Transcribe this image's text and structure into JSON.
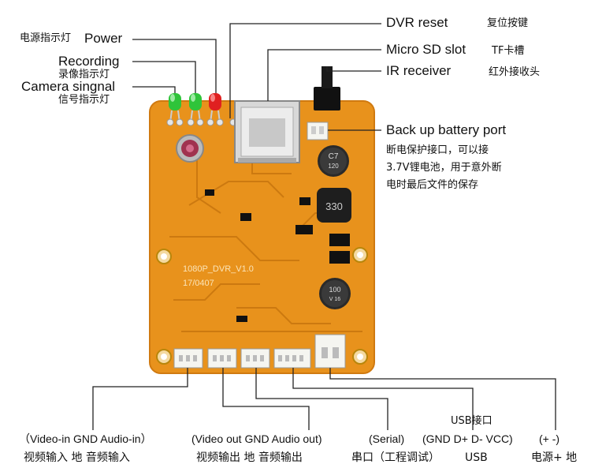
{
  "colors": {
    "pcb": "#e8921c",
    "pcb_edge": "#d07a10",
    "trace": "#c9770f",
    "led_green": "#2fc43a",
    "led_red": "#e02020",
    "leader": "#222222"
  },
  "board_text": {
    "model": "1080P_DVR_V1.0",
    "date": "17/0407",
    "cap_top": "C7",
    "cap_top_sub": "120",
    "inductor": "330",
    "cap_bottom": "100",
    "cap_bottom_sub": "V 16"
  },
  "labels": {
    "power_cn": "电源指示灯",
    "power_en": "Power",
    "recording_en": "Recording",
    "recording_cn": "录像指示灯",
    "camera_en": "Camera singnal",
    "camera_cn": "信号指示灯",
    "dvr_reset_en": "DVR reset",
    "dvr_reset_cn": "复位按键",
    "sd_en": "Micro SD slot",
    "sd_cn": "TF卡槽",
    "ir_en": "IR receiver",
    "ir_cn": "红外接收头",
    "battery_en": "Back up battery port",
    "battery_cn_1": "断电保护接口，可以接",
    "battery_cn_2": "3.7V锂电池，用于意外断",
    "battery_cn_3": "电时最后文件的保存"
  },
  "bottom": {
    "video_in_en": "（Video-in  GND  Audio-in）",
    "video_in_cn": "视频输入   地   音频输入",
    "video_out_en": "(Video out   GND   Audio out)",
    "video_out_cn": "视频输出    地   音频输出",
    "serial_en": "(Serial)",
    "serial_cn": "串口（工程调试）",
    "usb_top": "USB接口",
    "usb_en": "(GND  D+  D-  VCC)",
    "usb_cn": "USB",
    "power_en": "(+    -)",
    "power_cn": "电源+  地"
  }
}
